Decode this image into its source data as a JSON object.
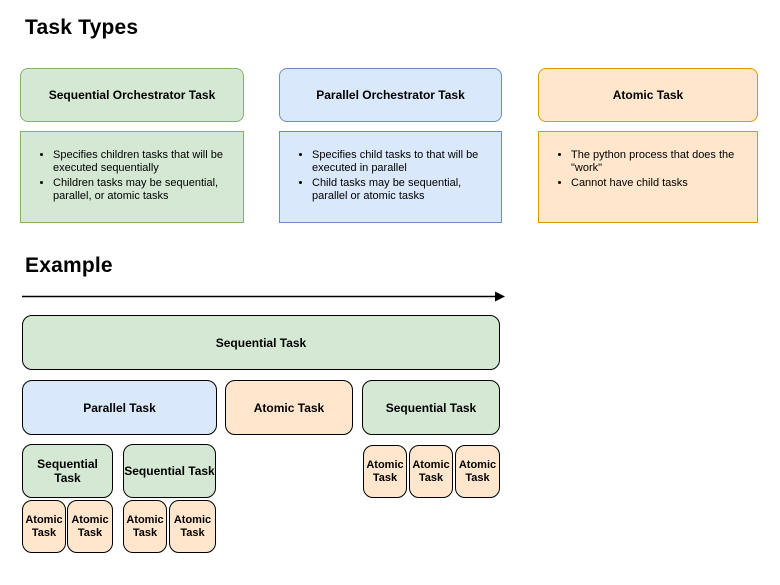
{
  "task_types": {
    "heading": "Task Types",
    "columns": [
      {
        "title": "Sequential Orchestrator Task",
        "color": "green",
        "bullets": [
          "Specifies children tasks that will be executed sequentially",
          "Children tasks may be sequential, parallel, or atomic tasks"
        ]
      },
      {
        "title": "Parallel Orchestrator Task",
        "color": "blue",
        "bullets": [
          "Specifies child tasks to that will be executed in parallel",
          "Child tasks may be sequential, parallel or atomic tasks"
        ]
      },
      {
        "title": "Atomic Task",
        "color": "orange",
        "bullets": [
          "The python process that does the \"work\"",
          "Cannot have child tasks"
        ]
      }
    ]
  },
  "example": {
    "heading": "Example",
    "labels": {
      "sequential": "Sequential Task",
      "parallel": "Parallel Task",
      "atomic": "Atomic Task"
    }
  },
  "colors": {
    "green_fill": "#d5e8d4",
    "green_stroke": "#82b366",
    "blue_fill": "#dae8fc",
    "blue_stroke": "#6c8ebf",
    "orange_fill": "#ffe6cc",
    "orange_stroke": "#d79b00",
    "arrow": "#000000",
    "text": "#000000"
  }
}
